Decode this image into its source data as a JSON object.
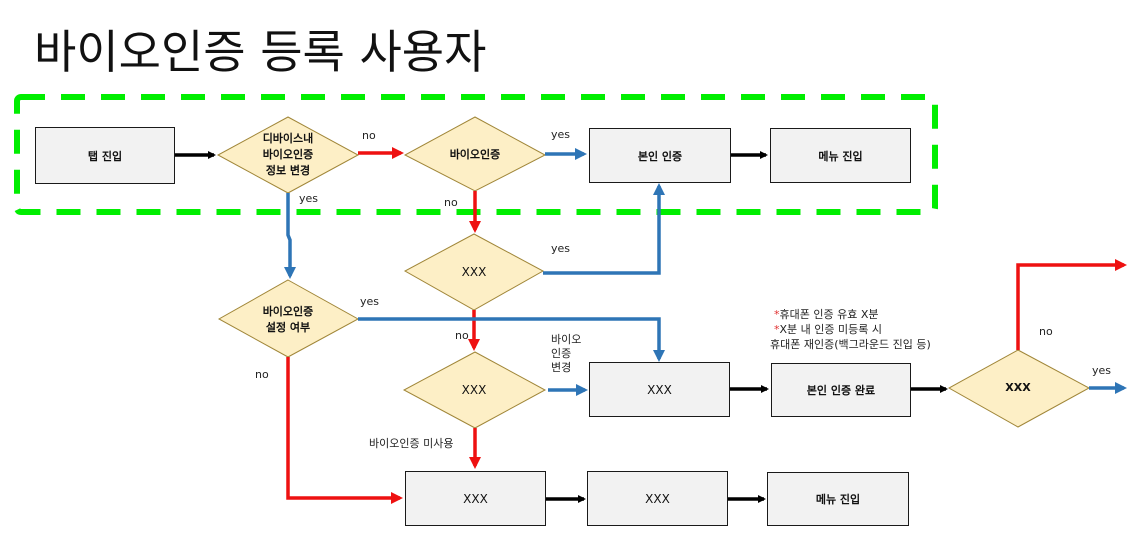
{
  "title": "바이오인증 등록 사용자",
  "colors": {
    "highlight_border": "#00ee00",
    "yes_arrow": "#2e75b6",
    "no_arrow": "#ee1111",
    "flow_arrow": "#000000",
    "decision_fill": "#fdefc6",
    "decision_stroke": "#a08638",
    "process_fill": "#f2f2f2"
  },
  "nodes": {
    "tab_entry": "탭 진입",
    "device_bio_changed": "디바이스내\n바이오인증\n정보 변경",
    "bio_auth": "바이오인증",
    "identity_verify": "본인 인증",
    "menu_entry_top": "메뉴 진입",
    "xxx_decision_1": "XXX",
    "bio_setting": "바이오인증\n설정 여부",
    "xxx_decision_2": "XXX",
    "xxx_process_1": "XXX",
    "identity_done": "본인 인증 완료",
    "xxx_decision_3": "XXX",
    "xxx_process_2": "XXX",
    "xxx_process_3": "XXX",
    "menu_entry_bottom": "메뉴 진입"
  },
  "labels": {
    "no_1": "no",
    "yes_1": "yes",
    "yes_2": "yes",
    "no_2": "no",
    "yes_3": "yes",
    "yes_4": "yes",
    "no_3": "no",
    "no_4": "no",
    "bio_changed": "바이오\n인증\n변경",
    "bio_unused": "바이오인증 미사용",
    "no_5": "no",
    "yes_5": "yes"
  },
  "notes": [
    {
      "star": "*",
      "text": "휴대폰 인증 유효 X분"
    },
    {
      "star": "*",
      "text": "X분 내 인증 미등록 시"
    },
    {
      "star": "",
      "text": "휴대폰 재인증(백그라운드 진입 등)"
    }
  ]
}
